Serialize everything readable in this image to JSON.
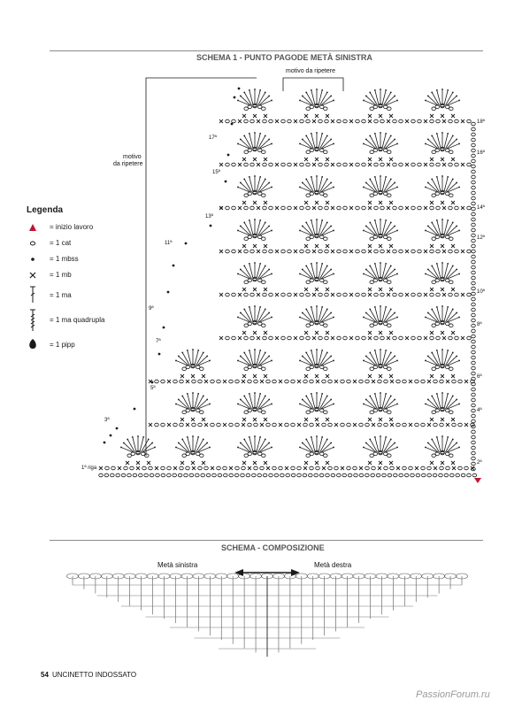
{
  "schema1": {
    "title": "SCHEMA 1 - PUNTO PAGODE METÀ SINISTRA",
    "motif_top": "motivo da ripetere",
    "motif_side": [
      "motivo",
      "da ripetere"
    ],
    "row_labels_left": [
      "1ª riga",
      "3ª",
      "5ª",
      "7ª",
      "9ª",
      "11ª",
      "13ª",
      "15ª",
      "17ª"
    ],
    "row_labels_right": [
      "2ª",
      "4ª",
      "6ª",
      "8ª",
      "10ª",
      "12ª",
      "14ª",
      "16ª",
      "18ª"
    ]
  },
  "legend": {
    "title": "Legenda",
    "items": [
      {
        "symbol": "triangle-red",
        "label": "= inizio lavoro"
      },
      {
        "symbol": "oval",
        "label": "= 1 cat"
      },
      {
        "symbol": "dot",
        "label": "= 1 mbss"
      },
      {
        "symbol": "cross",
        "label": "= 1 mb"
      },
      {
        "symbol": "tall-stitch",
        "label": "= 1 ma"
      },
      {
        "symbol": "quad-stitch",
        "label": "= 1 ma quadrupla"
      },
      {
        "symbol": "picot-drop",
        "label": "= 1 pipp"
      }
    ]
  },
  "schema2": {
    "title": "SCHEMA - COMPOSIZIONE",
    "left_label": "Metà sinistra",
    "right_label": "Metà destra"
  },
  "footer": {
    "page_number": "54",
    "magazine": "UNCINETTO INDOSSATO",
    "watermark": "PassionForum.ru"
  },
  "colors": {
    "accent": "#c8102e",
    "ink": "#1a1a1a",
    "rule": "#8a8a8a"
  }
}
